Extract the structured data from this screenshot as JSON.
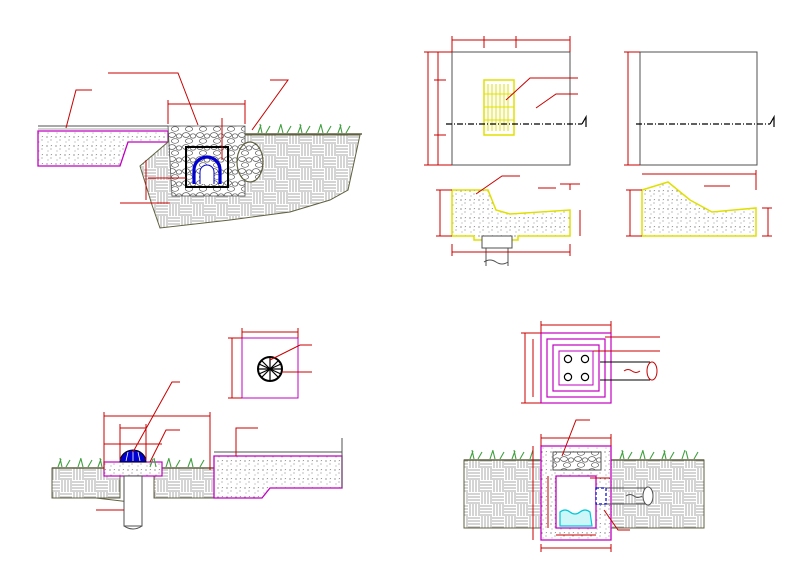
{
  "drawing": {
    "views": [
      "drain-section-left",
      "grate-plan",
      "grate-section",
      "cover-plan",
      "cover-section",
      "floor-drain-plan",
      "floor-drain-section",
      "catch-basin-plan",
      "catch-basin-section"
    ]
  },
  "colors": {
    "background": "#ffffff",
    "dimension": "#c80000",
    "concrete_outline": "#c000c0",
    "concrete_fill": "#ffffff",
    "earth": "#606040",
    "grate": "#e0e000",
    "pipe": "#0000d0",
    "grass": "#40a040",
    "water": "#00c8d8",
    "outline": "#505050",
    "centerline": "#000000"
  }
}
